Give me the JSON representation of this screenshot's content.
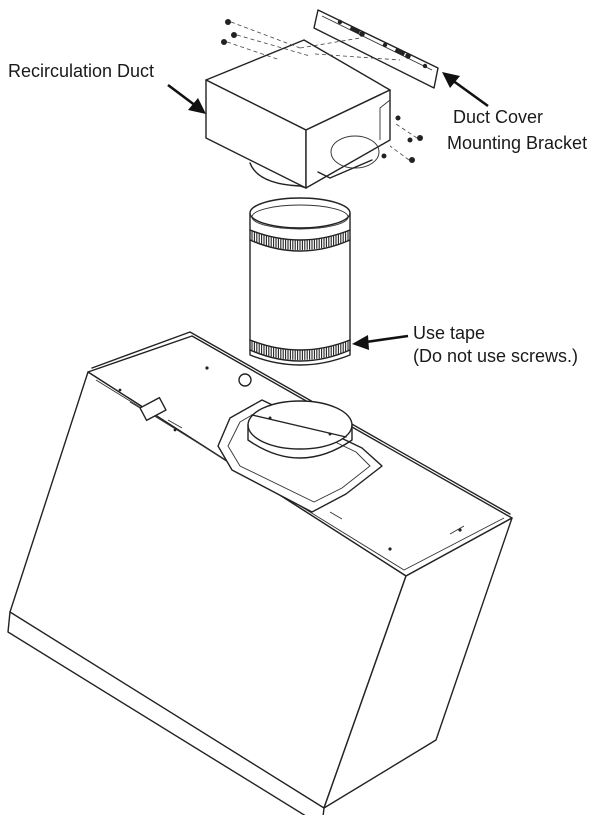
{
  "labels": {
    "recirculation_duct": "Recirculation Duct",
    "duct_cover_bracket_line1": "Duct Cover",
    "duct_cover_bracket_line2": "Mounting Bracket",
    "use_tape_line1": "Use tape",
    "use_tape_line2": "(Do not use screws.)"
  }
}
